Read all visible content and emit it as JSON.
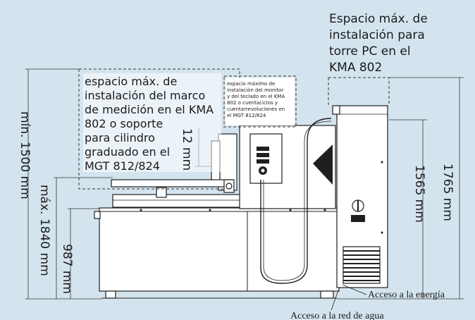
{
  "colors": {
    "background": "#d4e4ef",
    "ink": "#1a1a1a",
    "panel": "#ffffff"
  },
  "labels": {
    "pc_tower_l1": "Espacio máx. de",
    "pc_tower_l2": "instalación para",
    "pc_tower_l3": "torre PC en el",
    "pc_tower_l4": "KMA 802",
    "frame_l1": "espacio máx. de",
    "frame_l2": "instalación del marco",
    "frame_l3": "de medición en el KMA",
    "frame_l4": "802 o soporte",
    "frame_l5": "para cilindro",
    "frame_l6": "graduado en el",
    "frame_l7": "MGT 812/824",
    "monitor_l1": "espacio máximo de",
    "monitor_l2": "instalación del monitor",
    "monitor_l3": "y del teclado en el KMA",
    "monitor_l4": "802 o cuentaciclos y",
    "monitor_l5": "cuentarrevoluciones en",
    "monitor_l6": "el MGT 812/824",
    "energy_access": "Acceso a la energía",
    "water_access": "Acceso a la red de agua"
  },
  "dimensions": {
    "min_height": "mín. 1500 mm",
    "max_height": "máx. 1840 mm",
    "table_height": "987 mm",
    "offset": "12 mm",
    "height_1565": "1565 mm",
    "height_1765": "1765 mm"
  }
}
